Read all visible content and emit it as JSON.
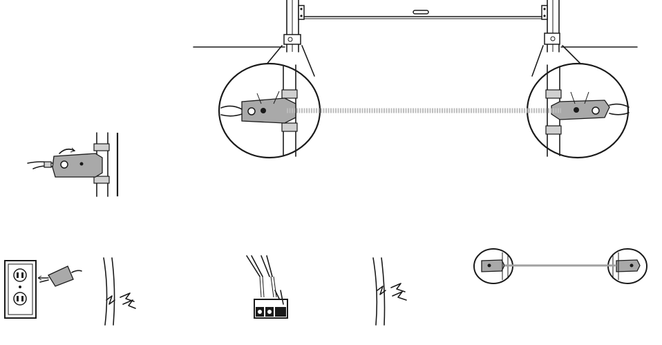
{
  "figure": {
    "panels": [
      {
        "name": "door-sensor-overview"
      },
      {
        "name": "sensor-bracket-detail"
      },
      {
        "name": "outlet-plug"
      },
      {
        "name": "damaged-wire-1"
      },
      {
        "name": "wire-terminals"
      },
      {
        "name": "damaged-wire-2"
      },
      {
        "name": "sensor-beam-alignment"
      }
    ]
  }
}
